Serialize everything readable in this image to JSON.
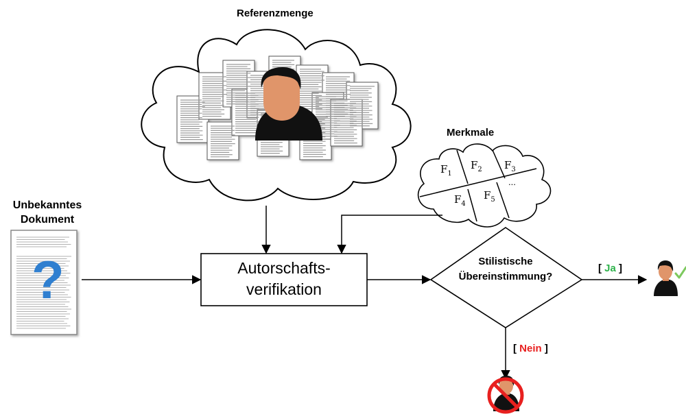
{
  "reference_set": {
    "title": "Referenzmenge"
  },
  "unknown_doc": {
    "line1": "Unbekanntes",
    "line2": "Dokument",
    "symbol": "?"
  },
  "features": {
    "title": "Merkmale",
    "items": [
      {
        "base": "F",
        "sub": "1"
      },
      {
        "base": "F",
        "sub": "2"
      },
      {
        "base": "F",
        "sub": "3"
      },
      {
        "base": "F",
        "sub": "4"
      },
      {
        "base": "F",
        "sub": "5"
      }
    ],
    "more": "..."
  },
  "process": {
    "line1": "Autorschafts-",
    "line2": "verifikation"
  },
  "decision": {
    "line1": "Stilistische",
    "line2": "Übereinstimmung?"
  },
  "yes": {
    "open": "[",
    "text": "Ja",
    "close": "]"
  },
  "no": {
    "open": "[",
    "text": "Nein",
    "close": "]"
  },
  "colors": {
    "yes": "#2db24a",
    "no": "#e8201f",
    "skin": "#e0956a",
    "question": "#2f7fd0",
    "check": "#7dc95e"
  }
}
